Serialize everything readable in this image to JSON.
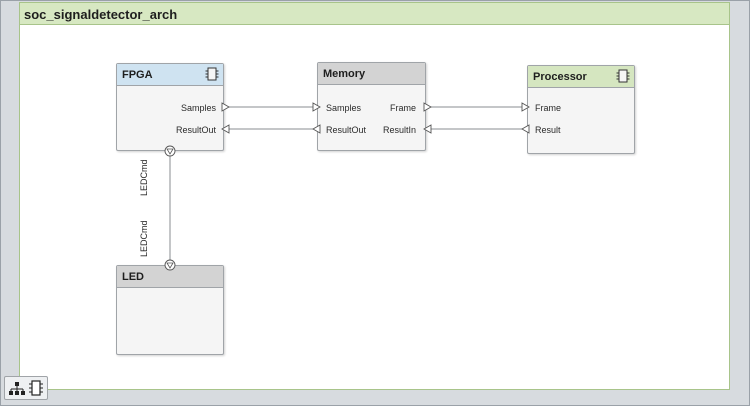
{
  "architecture": {
    "title": "soc_signaldetector_arch"
  },
  "components": {
    "fpga": {
      "name": "FPGA",
      "header_color": "#cfe3f1",
      "ports": {
        "samples": "Samples",
        "result_out": "ResultOut",
        "led_cmd": "LEDCmd"
      }
    },
    "memory": {
      "name": "Memory",
      "header_color": "#d3d3d3",
      "ports": {
        "samples": "Samples",
        "result_out": "ResultOut",
        "frame": "Frame",
        "result_in": "ResultIn"
      }
    },
    "processor": {
      "name": "Processor",
      "header_color": "#d5e6c0",
      "ports": {
        "frame": "Frame",
        "result": "Result"
      }
    },
    "led": {
      "name": "LED",
      "header_color": "#d3d3d3",
      "ports": {
        "led_cmd": "LEDCmd"
      }
    }
  },
  "toolbar": {
    "icons": [
      "hierarchy-icon",
      "component-icon"
    ]
  }
}
